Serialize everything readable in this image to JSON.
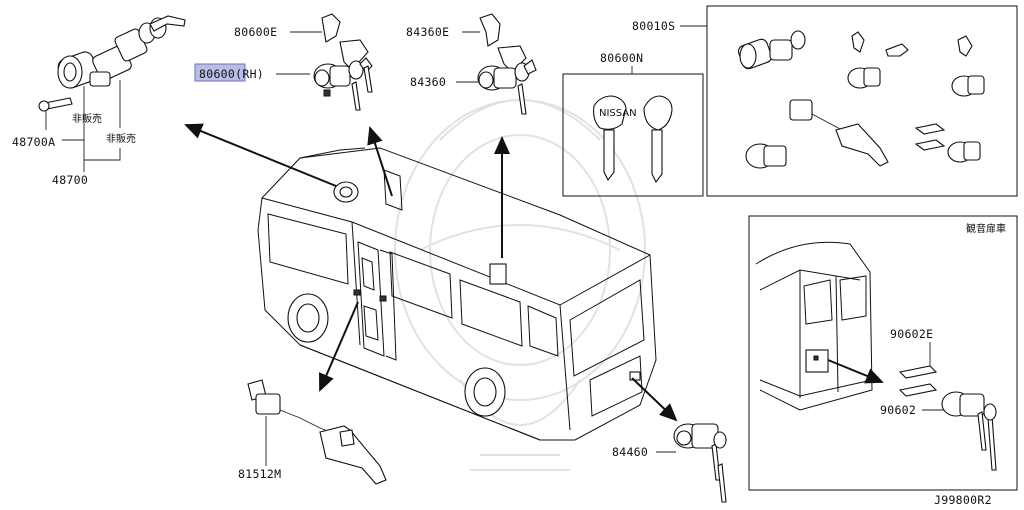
{
  "diagram": {
    "ref_code": "J99800R2",
    "inset_title": "観音扉車",
    "labels": {
      "p80600E": "80600E",
      "p80600RH": "80600(RH)",
      "p84360E": "84360E",
      "p84360": "84360",
      "p80600N": "80600N",
      "p80010S": "80010S",
      "p48700A": "48700A",
      "p48700": "48700",
      "nonsale1": "非販売",
      "nonsale2": "非販売",
      "p81512M": "81512M",
      "p84460": "84460",
      "p90602E": "90602E",
      "p90602": "90602"
    },
    "highlight_color": "#b9bde6"
  }
}
